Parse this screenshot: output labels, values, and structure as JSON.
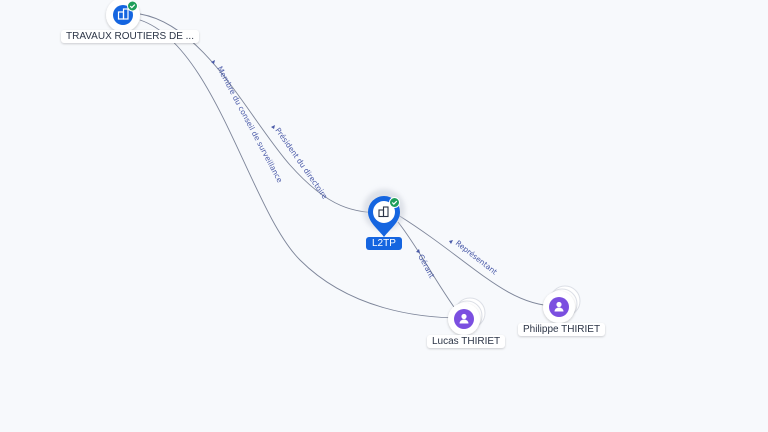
{
  "colors": {
    "company": "#1565e0",
    "person": "#7b4fe0",
    "verified": "#1e9e5a",
    "edge": "#7d8599",
    "edge_label": "#4a5aa8",
    "background": "#f7f9fc"
  },
  "nodes": {
    "travaux": {
      "label": "TRAVAUX ROUTIERS DE ...",
      "type": "company",
      "icon": "building-icon",
      "verified": true
    },
    "l2tp": {
      "label": "L2TP",
      "type": "company",
      "icon": "building-icon",
      "verified": true
    },
    "lucas": {
      "label": "Lucas THIRIET",
      "type": "person",
      "icon": "person-icon"
    },
    "philippe": {
      "label": "Philippe THIRIET",
      "type": "person",
      "icon": "person-icon"
    }
  },
  "edges": {
    "travaux_lucas": "Membre du conseil de surveillance",
    "travaux_l2tp": "Président du directoire",
    "lucas_l2tp": "Gérant",
    "philippe_l2tp": "Représentant"
  }
}
